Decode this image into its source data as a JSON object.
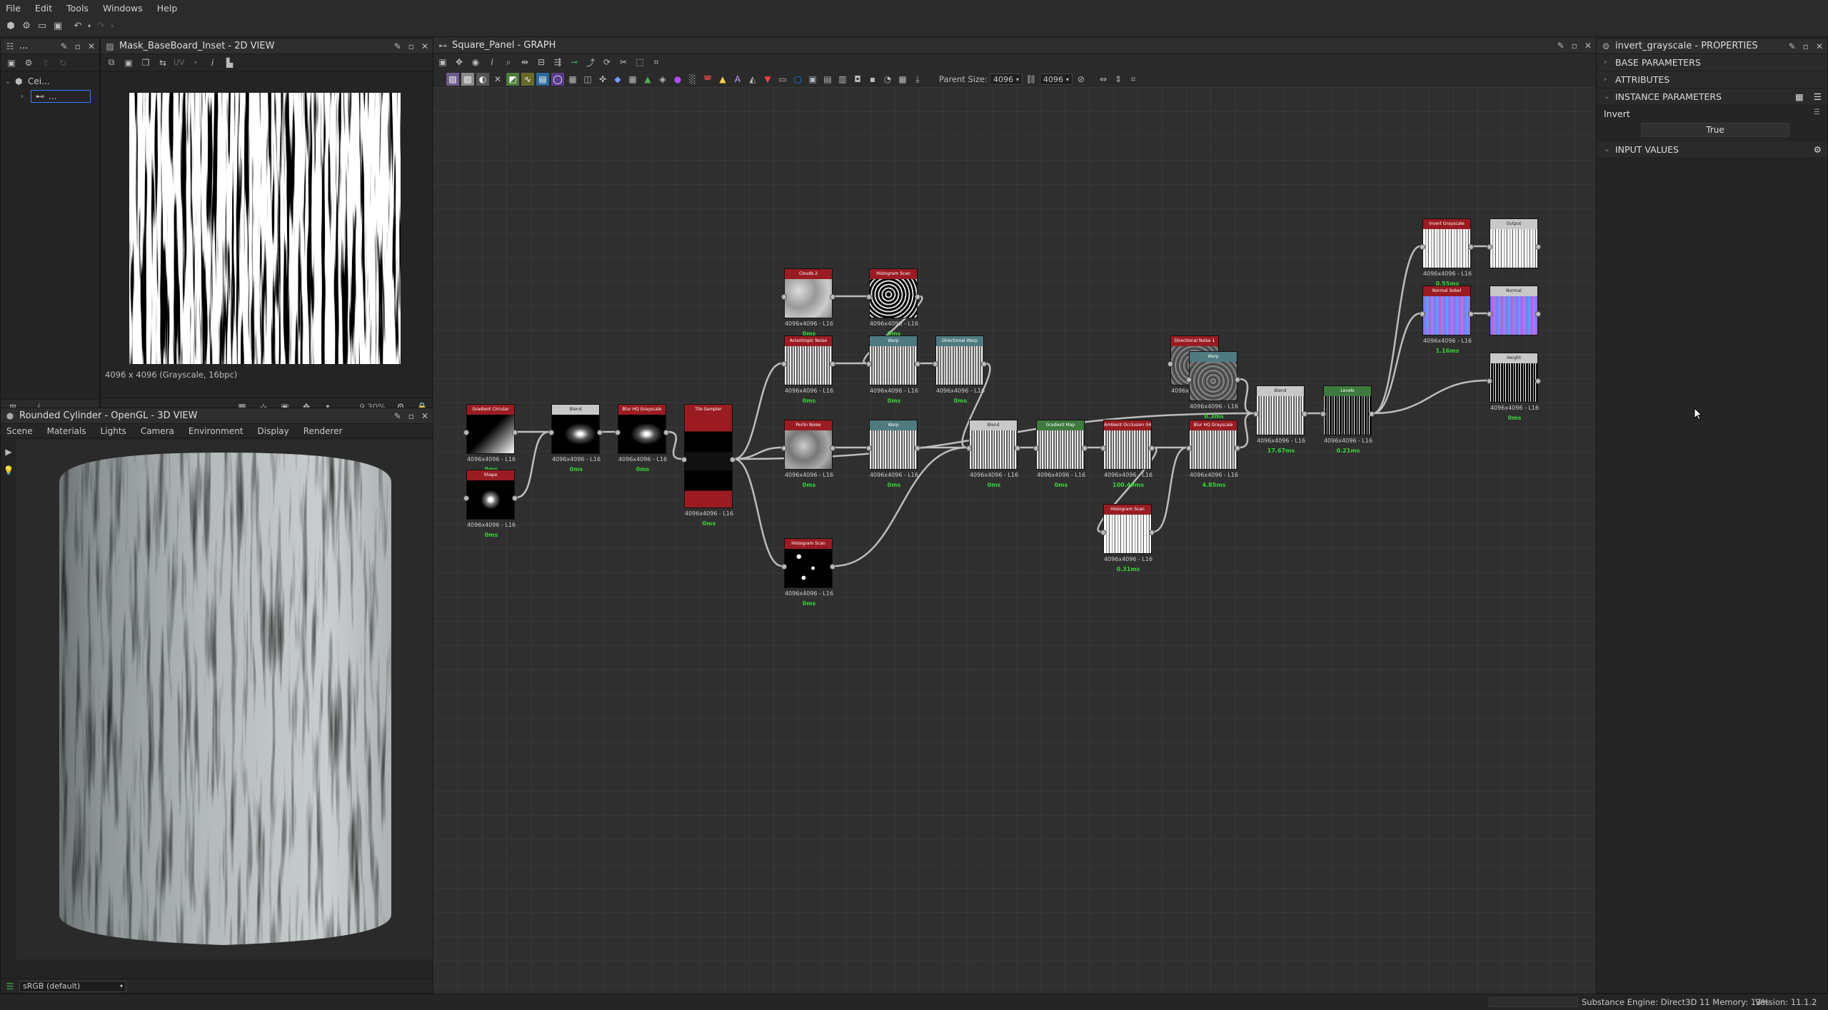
{
  "menu": [
    "File",
    "Edit",
    "Tools",
    "Windows",
    "Help"
  ],
  "explorer": {
    "title": "...",
    "root_label": "Cei...",
    "child_label": "..."
  },
  "view2d": {
    "title": "Mask_BaseBoard_Inset - 2D VIEW",
    "info": "4096 x 4096 (Grayscale, 16bpc)",
    "zoom": "9.30%",
    "uv_label": "UV"
  },
  "view3d": {
    "title": "Rounded Cylinder - OpenGL - 3D VIEW",
    "menu": [
      "Scene",
      "Materials",
      "Lights",
      "Camera",
      "Environment",
      "Display",
      "Renderer"
    ],
    "colorspace": "sRGB (default)"
  },
  "graph": {
    "title": "Square_Panel - GRAPH",
    "parent_size_label": "Parent Size:",
    "parent_size_value": "4096",
    "link_value": "4096",
    "nodes": [
      {
        "id": "n1",
        "name": "Gradient Circular",
        "head": "#9a1c22",
        "thumb": "grad",
        "res": "4096x4096 - L16",
        "time": "0ms"
      },
      {
        "id": "n2",
        "name": "Shape",
        "head": "#9a1c22",
        "thumb": "blob",
        "res": "4096x4096 - L16",
        "time": "0ms"
      },
      {
        "id": "n3",
        "name": "Blend",
        "head": "#c8c8c8",
        "thumb": "spot",
        "res": "4096x4096 - L16",
        "time": "0ms"
      },
      {
        "id": "n4",
        "name": "Blur HQ Grayscale",
        "head": "#9a1c22",
        "thumb": "spot",
        "res": "4096x4096 - L16",
        "time": "0ms"
      },
      {
        "id": "n5",
        "name": "Tile Sampler",
        "head": "#9a1c22",
        "thumb": "tile",
        "res": "4096x4096 - L16",
        "time": "0ms"
      },
      {
        "id": "n6",
        "name": "Clouds 2",
        "head": "#9a1c22",
        "thumb": "cloud",
        "res": "4096x4096 - L16",
        "time": "0ms"
      },
      {
        "id": "n7",
        "name": "Histogram Scan",
        "head": "#9a1c22",
        "thumb": "dark",
        "res": "4096x4096 - L16",
        "time": "0ms"
      },
      {
        "id": "n8",
        "name": "Anisotropic Noise",
        "head": "#9a1c22",
        "thumb": "wood",
        "res": "4096x4096 - L16",
        "time": "0ms"
      },
      {
        "id": "n9",
        "name": "Warp",
        "head": "#4e7a80",
        "thumb": "wood",
        "res": "4096x4096 - L16",
        "time": "0ms"
      },
      {
        "id": "n10",
        "name": "Directional Warp",
        "head": "#4e7a80",
        "thumb": "wood",
        "res": "4096x4096 - L16",
        "time": "0ms"
      },
      {
        "id": "n11",
        "name": "Perlin Noise",
        "head": "#9a1c22",
        "thumb": "blur",
        "res": "4096x4096 - L16",
        "time": "0ms"
      },
      {
        "id": "n12",
        "name": "Warp",
        "head": "#4e7a80",
        "thumb": "wood",
        "res": "4096x4096 - L16",
        "time": "0ms"
      },
      {
        "id": "n13",
        "name": "Histogram Scan",
        "head": "#9a1c22",
        "thumb": "spots",
        "res": "4096x4096 - L16",
        "time": "0ms"
      },
      {
        "id": "n14",
        "name": "Blend",
        "head": "#c8c8c8",
        "thumb": "wood",
        "res": "4096x4096 - L16",
        "time": "0ms"
      },
      {
        "id": "n15",
        "name": "Gradient Map",
        "head": "#3e7a3e",
        "thumb": "wood",
        "res": "4096x4096 - L16",
        "time": "0ms"
      },
      {
        "id": "n16",
        "name": "Ambient Occlusion (HB...",
        "head": "#9a1c22",
        "thumb": "wood",
        "res": "4096x4096 - L16",
        "time": "100.49ms"
      },
      {
        "id": "n17",
        "name": "Directional Noise 1",
        "head": "#9a1c22",
        "thumb": "stone",
        "res": "4096x4096 - L16",
        "time": ""
      },
      {
        "id": "n18",
        "name": "Histogram Scan",
        "head": "#9a1c22",
        "thumb": "white",
        "res": "4096x4096 - L16",
        "time": "0.31ms"
      },
      {
        "id": "n19",
        "name": "Warp",
        "head": "#4e7a80",
        "thumb": "stone",
        "res": "4096x4096 - L16",
        "time": "0.3ms"
      },
      {
        "id": "n20",
        "name": "Blur HQ Grayscale",
        "head": "#9a1c22",
        "thumb": "wood",
        "res": "4096x4096 - L16",
        "time": "4.85ms"
      },
      {
        "id": "n21",
        "name": "Blend",
        "head": "#c8c8c8",
        "thumb": "wood",
        "res": "4096x4096 - L16",
        "time": "17.67ms"
      },
      {
        "id": "n22",
        "name": "Levels",
        "head": "#3e7a3e",
        "thumb": "darkwood",
        "res": "4096x4096 - L16",
        "time": "0.21ms"
      },
      {
        "id": "n23",
        "name": "Invert Grayscale",
        "head": "#9a1c22",
        "thumb": "white",
        "res": "4096x4096 - L16",
        "time": "0.55ms"
      },
      {
        "id": "n24",
        "name": "Normal Sobel",
        "head": "#9a1c22",
        "thumb": "normal",
        "res": "4096x4096 - L16",
        "time": "1.16ms"
      },
      {
        "id": "n25",
        "name": "Output",
        "head": "#c8c8c8",
        "thumb": "white",
        "res": "",
        "time": ""
      },
      {
        "id": "n26",
        "name": "Normal",
        "head": "#c8c8c8",
        "thumb": "normal",
        "res": "",
        "time": ""
      },
      {
        "id": "n27",
        "name": "Height",
        "head": "#c8c8c8",
        "thumb": "darkwood",
        "res": "4096x4096 - L16",
        "time": "0ms"
      }
    ]
  },
  "properties": {
    "title": "invert_grayscale - PROPERTIES",
    "sections": [
      "BASE PARAMETERS",
      "ATTRIBUTES",
      "INSTANCE PARAMETERS"
    ],
    "param_label": "Invert",
    "param_value": "True",
    "input_section": "INPUT VALUES"
  },
  "status": {
    "engine": "Substance Engine: Direct3D 11  Memory: 13%",
    "version": "Version: 11.1.2"
  },
  "colors": {
    "accent": "#2a7fff",
    "node_red": "#9a1c22",
    "node_teal": "#4e7a80",
    "node_green": "#3e7a3e",
    "time_green": "#3ad23a"
  }
}
